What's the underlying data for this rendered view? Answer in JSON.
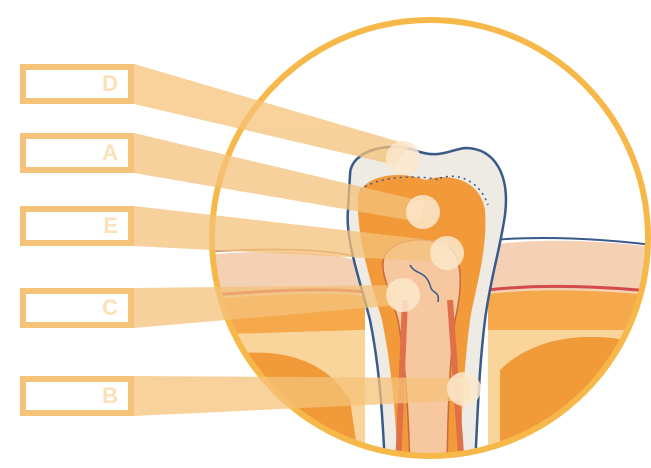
{
  "labels": [
    {
      "id": "D",
      "text": "D"
    },
    {
      "id": "A",
      "text": "A"
    },
    {
      "id": "E",
      "text": "E"
    },
    {
      "id": "C",
      "text": "C"
    },
    {
      "id": "B",
      "text": "B"
    }
  ],
  "colors": {
    "ring": "#f7b84a",
    "leader": "#f5c27a",
    "label_text": "#fbe0b8",
    "enamel": "#eeeae4",
    "dentin": "#f29a3a",
    "pulp": "#e8843a",
    "gum": "#f4d0b5",
    "bone": "#f5a94a"
  }
}
